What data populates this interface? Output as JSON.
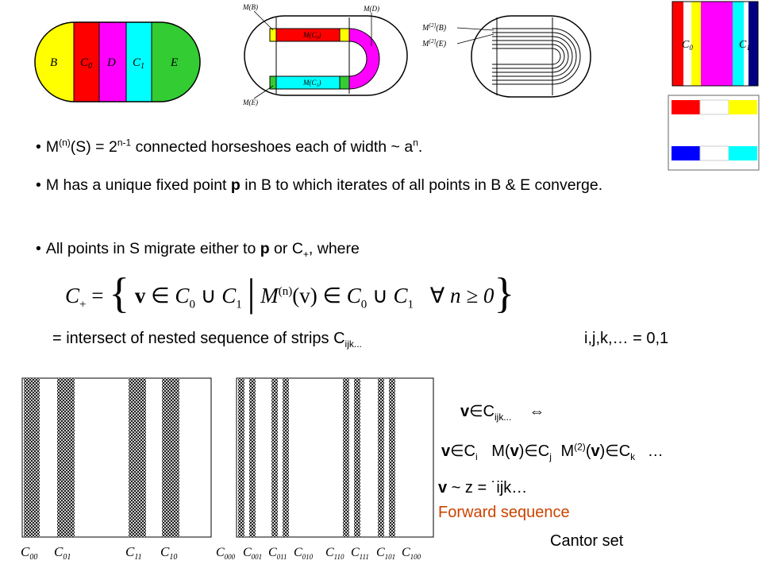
{
  "figures": {
    "stadium": {
      "regions": [
        "B",
        "C0",
        "D",
        "C1",
        "E"
      ],
      "colors": [
        "#ffff00",
        "#ff0000",
        "#ff00ff",
        "#00ffff",
        "#33cc33"
      ]
    },
    "horseshoe": {
      "labels": [
        "M(B)",
        "M(D)",
        "M(C0)",
        "M(C1)",
        "M(E)"
      ]
    },
    "second_iterate": {
      "labels": [
        "M[2](B)",
        "M[2](E)"
      ]
    },
    "color_strip": {
      "colors": [
        "#ff0000",
        "#ffff00",
        "#ff00ff",
        "#00ffff",
        "#000080"
      ],
      "labels": [
        "C0",
        "C1"
      ]
    },
    "color_grid": {
      "row1": [
        "#ff0000",
        "#ffffff",
        "#ffff00"
      ],
      "row2": [
        "#0000ff",
        "#ffffff",
        "#00ffff"
      ]
    },
    "cantor_first": {
      "labels": [
        "C00",
        "C01",
        "C11",
        "C10"
      ]
    },
    "cantor_second": {
      "labels": [
        "C000",
        "C001",
        "C011",
        "C010",
        "C110",
        "C111",
        "C101",
        "C100"
      ]
    }
  },
  "bullets": {
    "b1": {
      "m": "M",
      "n_sup": "(n)",
      "mid": "(S) = 2",
      "exp": "n-1",
      "rest": " connected horseshoes each of width ~ a",
      "a_sup": "n",
      "end": "."
    },
    "b2": {
      "text": "M has a unique fixed point ",
      "p": "p",
      "rest": " in B to which iterates of all points in B & E converge."
    },
    "b3": {
      "text": "All points in S migrate either to ",
      "p": "p",
      "mid": " or C",
      "plus_sub": "+",
      "end": ", where"
    }
  },
  "formula": {
    "lhs": "C",
    "lhs_sub": "+",
    "eq": " = ",
    "v": "v",
    "in": " ∈ ",
    "c0": "C",
    "c0_sub": "0",
    "cup": " ∪ ",
    "c1": "C",
    "c1_sub": "1",
    "bar": "|",
    "mn": "M",
    "mn_sup": "(n)",
    "paren_v": "(v)",
    "forall": "∀",
    "n_cond": "n ≥ 0"
  },
  "intersect": {
    "text": "= intersect of nested sequence of strips C",
    "sub": "ijk...",
    "indices": "i,j,k,… = 0,1"
  },
  "right": {
    "line1": {
      "v": "v",
      "in": "∈",
      "c": "C",
      "sub": "ijk...",
      "iff": "⇔"
    },
    "line2": {
      "v": "v",
      "in": "∈",
      "ci": "C",
      "ci_sub": "i",
      "m": "M(",
      "m_v": "v",
      "m_close": ")",
      "cj": "C",
      "cj_sub": "j",
      "m2": "M",
      "m2_sup": "(2)",
      "m2_open": "(",
      "m2_v": "v",
      "m2_close": ")",
      "ck": "C",
      "ck_sub": "k",
      "dots": "…"
    },
    "line3": {
      "v": "v",
      "rest": " ~  z = ˙ijk…"
    },
    "forward": "Forward sequence",
    "cantor": "Cantor set"
  }
}
